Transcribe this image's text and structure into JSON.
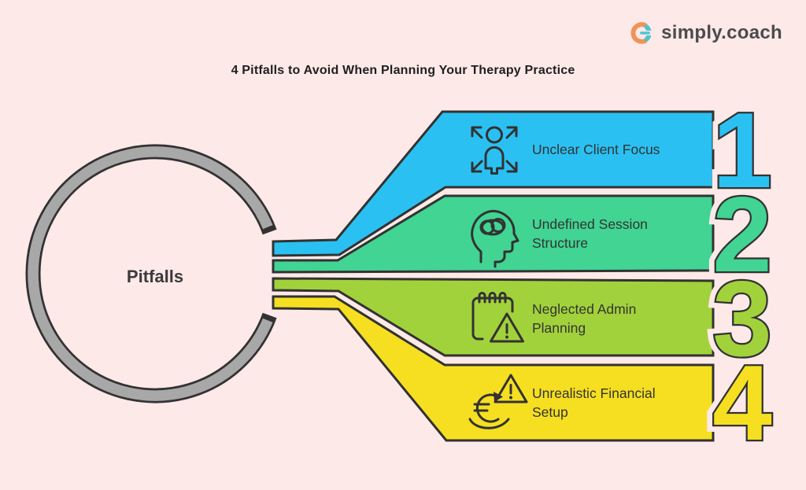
{
  "title": "4 Pitfalls to Avoid When Planning Your Therapy Practice",
  "logo": {
    "text": "simply.coach"
  },
  "hub": {
    "label": "Pitfalls"
  },
  "items": [
    {
      "number": "1",
      "label": "Unclear Client Focus",
      "color": "#2ac1f2",
      "icon": "expand-person-icon"
    },
    {
      "number": "2",
      "label": "Undefined Session Structure",
      "color": "#41d492",
      "icon": "head-brain-icon"
    },
    {
      "number": "3",
      "label": "Neglected Admin Planning",
      "color": "#a2d23b",
      "icon": "notepad-warning-icon"
    },
    {
      "number": "4",
      "label": "Unrealistic Financial Setup",
      "color": "#f6df20",
      "icon": "finance-warning-icon"
    }
  ],
  "colors": {
    "background": "#fce9e8",
    "outline": "#323232",
    "ring": "#a8a8a8",
    "title_text": "#1f1f1f",
    "label_text": "#333333",
    "logo_text": "#4b4b4b",
    "logo_orange": "#f09358",
    "logo_teal": "#4ec4cf"
  }
}
